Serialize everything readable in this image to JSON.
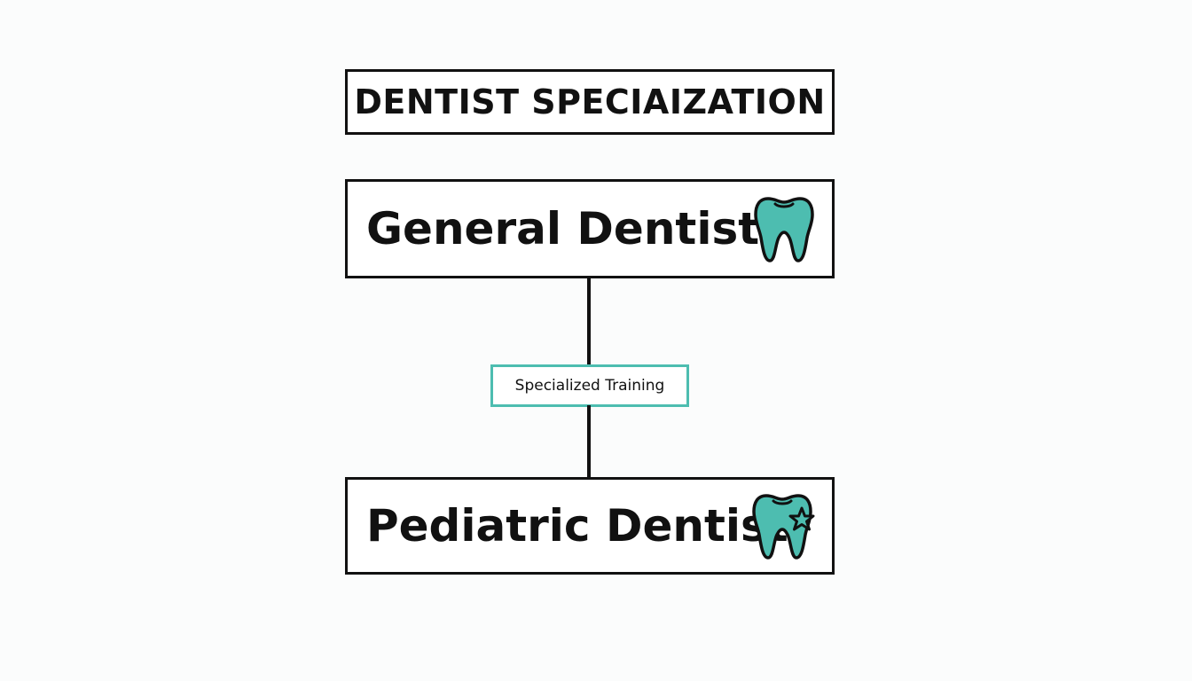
{
  "title": "DENTIST SPECIAIZATION",
  "nodes": {
    "general": {
      "label": "General Dentist",
      "icon": "tooth-icon"
    },
    "pediatric": {
      "label": "Pediatric Dentist",
      "icon": "tooth-star-icon"
    }
  },
  "edge": {
    "label": "Specialized Training"
  },
  "colors": {
    "accent": "#4dbdb0",
    "stroke": "#111111",
    "background": "#fbfcfc"
  }
}
